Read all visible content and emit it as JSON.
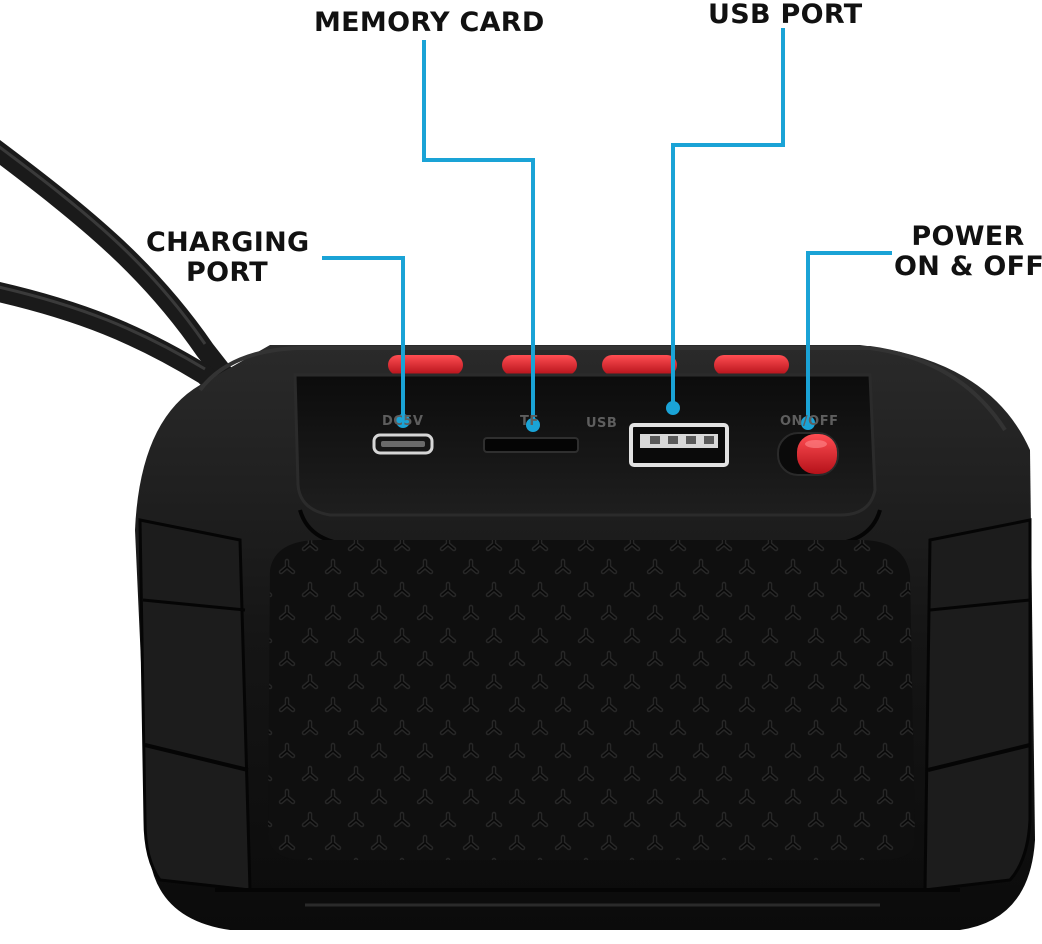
{
  "callouts": {
    "memory_card": "MEMORY CARD",
    "usb_port": "USB PORT",
    "charging_port_line1": "CHARGING",
    "charging_port_line2": "PORT",
    "power_line1": "POWER",
    "power_line2": "ON & OFF"
  },
  "device_labels": {
    "dc": "DC5V",
    "tf": "TF",
    "usb": "USB",
    "on_off": "ON/OFF"
  },
  "colors": {
    "leader_line": "#1aa3d6",
    "body": "#141414",
    "accent": "#e8212b"
  },
  "icons": [
    "micro-usb-port-icon",
    "tf-card-slot-icon",
    "usb-a-port-icon",
    "power-switch-icon",
    "speaker-grille-icon"
  ]
}
